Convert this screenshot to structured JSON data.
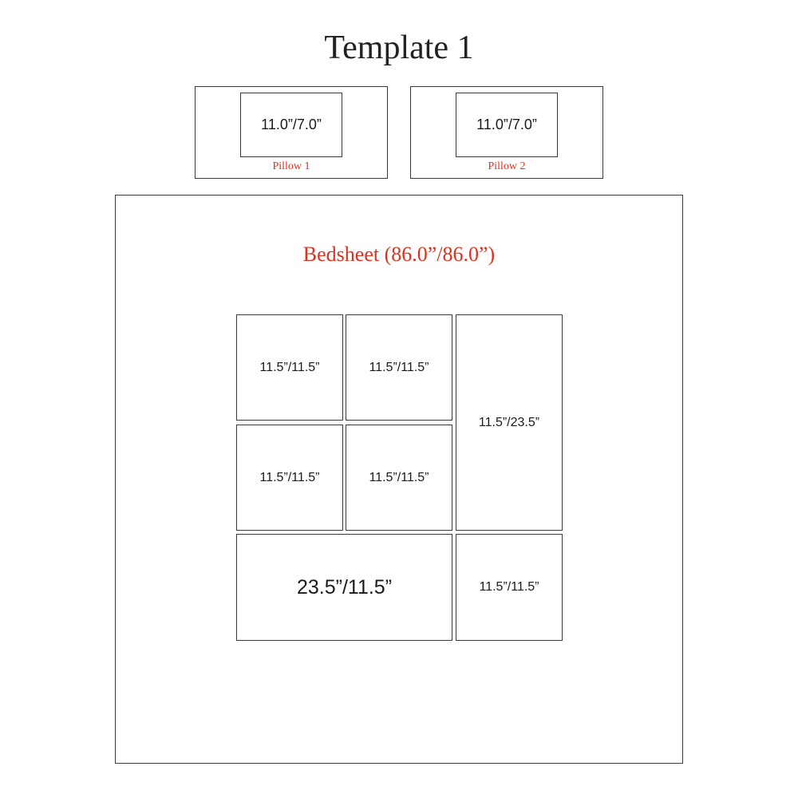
{
  "title": "Template 1",
  "colors": {
    "label_red": "#e0301e",
    "line": "#3a3a3a"
  },
  "pillows": [
    {
      "size": "11.0”/7.0”",
      "label": "Pillow 1"
    },
    {
      "size": "11.0”/7.0”",
      "label": "Pillow 2"
    }
  ],
  "bedsheet": {
    "label": "Bedsheet (86.0”/86.0”)",
    "panels": [
      {
        "size": "11.5”/11.5”"
      },
      {
        "size": "11.5”/11.5”"
      },
      {
        "size": "11.5”/23.5”"
      },
      {
        "size": "11.5”/11.5”"
      },
      {
        "size": "11.5”/11.5”"
      },
      {
        "size": "23.5”/11.5”"
      },
      {
        "size": "11.5”/11.5”"
      }
    ]
  }
}
